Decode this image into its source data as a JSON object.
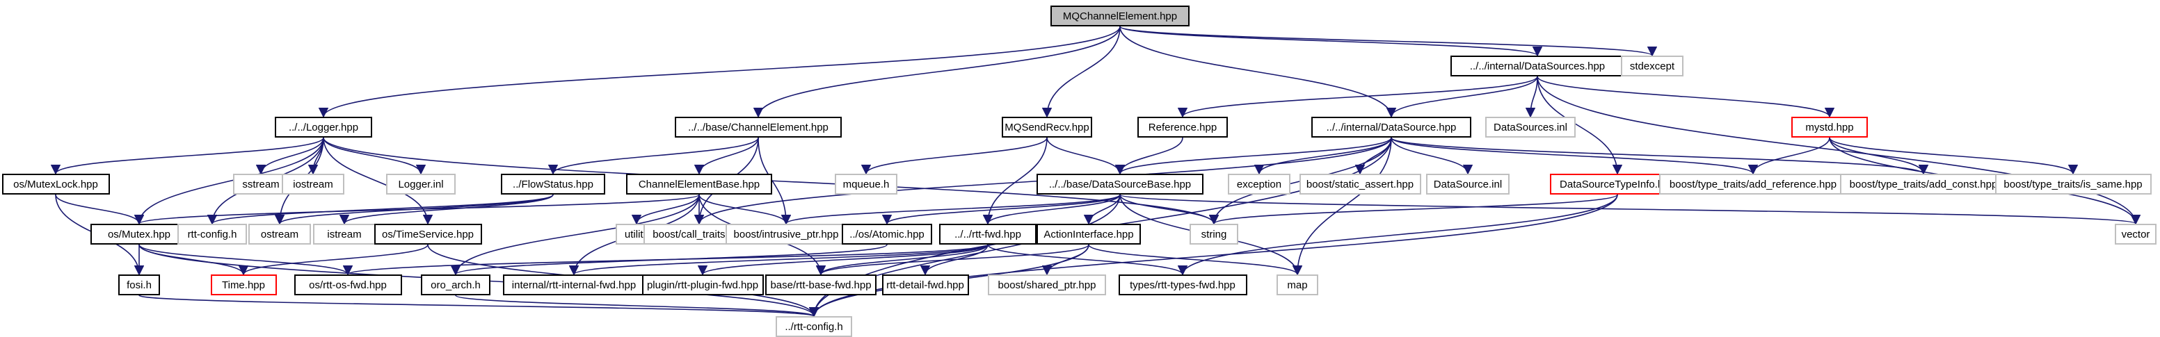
{
  "graph": {
    "title": "MQChannelElement.hpp include dependency graph",
    "edge_color": "#191970",
    "legend_colors": {
      "project": "#000000",
      "external": "#bfbfbf",
      "undocumented": "#ff0000",
      "root_fill": "#bfbfbf"
    },
    "nodes": [
      {
        "id": "root",
        "label": "MQChannelElement.hpp",
        "kind": "root"
      },
      {
        "id": "datasources",
        "label": "../../internal/DataSources.hpp",
        "kind": "project"
      },
      {
        "id": "stdexcept",
        "label": "stdexcept",
        "kind": "external"
      },
      {
        "id": "logger",
        "label": "../../Logger.hpp",
        "kind": "project"
      },
      {
        "id": "channelelement",
        "label": "../../base/ChannelElement.hpp",
        "kind": "project"
      },
      {
        "id": "mqsendrecv",
        "label": "MQSendRecv.hpp",
        "kind": "project"
      },
      {
        "id": "reference",
        "label": "Reference.hpp",
        "kind": "project"
      },
      {
        "id": "datasource",
        "label": "../../internal/DataSource.hpp",
        "kind": "project"
      },
      {
        "id": "datasourcesinl",
        "label": "DataSources.inl",
        "kind": "external"
      },
      {
        "id": "mystd",
        "label": "mystd.hpp",
        "kind": "missing"
      },
      {
        "id": "mutexlock",
        "label": "os/MutexLock.hpp",
        "kind": "project"
      },
      {
        "id": "sstream",
        "label": "sstream",
        "kind": "external"
      },
      {
        "id": "iostream",
        "label": "iostream",
        "kind": "external"
      },
      {
        "id": "loggerinl",
        "label": "Logger.inl",
        "kind": "external"
      },
      {
        "id": "flowstatus",
        "label": "../FlowStatus.hpp",
        "kind": "project"
      },
      {
        "id": "channelelementbase",
        "label": "ChannelElementBase.hpp",
        "kind": "project"
      },
      {
        "id": "mqueue",
        "label": "mqueue.h",
        "kind": "external"
      },
      {
        "id": "datasourcebase",
        "label": "../../base/DataSourceBase.hpp",
        "kind": "project"
      },
      {
        "id": "exception",
        "label": "exception",
        "kind": "external"
      },
      {
        "id": "staticassert",
        "label": "boost/static_assert.hpp",
        "kind": "external"
      },
      {
        "id": "datasourceinl",
        "label": "DataSource.inl",
        "kind": "external"
      },
      {
        "id": "datasourcetypeinfo",
        "label": "DataSourceTypeInfo.hpp",
        "kind": "missing"
      },
      {
        "id": "addreference",
        "label": "boost/type_traits/add_reference.hpp",
        "kind": "external"
      },
      {
        "id": "addconst",
        "label": "boost/type_traits/add_const.hpp",
        "kind": "external"
      },
      {
        "id": "issame",
        "label": "boost/type_traits/is_same.hpp",
        "kind": "external"
      },
      {
        "id": "mutex",
        "label": "os/Mutex.hpp",
        "kind": "project"
      },
      {
        "id": "rttconfigh",
        "label": "rtt-config.h",
        "kind": "external"
      },
      {
        "id": "ostream",
        "label": "ostream",
        "kind": "external"
      },
      {
        "id": "istream",
        "label": "istream",
        "kind": "external"
      },
      {
        "id": "timeservice",
        "label": "os/TimeService.hpp",
        "kind": "project"
      },
      {
        "id": "utility",
        "label": "utility",
        "kind": "external"
      },
      {
        "id": "calltraits",
        "label": "boost/call_traits.hpp",
        "kind": "external"
      },
      {
        "id": "intrusiveptr",
        "label": "boost/intrusive_ptr.hpp",
        "kind": "external"
      },
      {
        "id": "atomic",
        "label": "../os/Atomic.hpp",
        "kind": "project"
      },
      {
        "id": "rttfwd",
        "label": "../../rtt-fwd.hpp",
        "kind": "project"
      },
      {
        "id": "actioninterface",
        "label": "ActionInterface.hpp",
        "kind": "project"
      },
      {
        "id": "string",
        "label": "string",
        "kind": "external"
      },
      {
        "id": "vector",
        "label": "vector",
        "kind": "external"
      },
      {
        "id": "fosi",
        "label": "fosi.h",
        "kind": "project"
      },
      {
        "id": "time",
        "label": "Time.hpp",
        "kind": "missing"
      },
      {
        "id": "rttosfwd",
        "label": "os/rtt-os-fwd.hpp",
        "kind": "project"
      },
      {
        "id": "oroarch",
        "label": "oro_arch.h",
        "kind": "project"
      },
      {
        "id": "rttinternalfwd",
        "label": "internal/rtt-internal-fwd.hpp",
        "kind": "project"
      },
      {
        "id": "rttpluginfwd",
        "label": "plugin/rtt-plugin-fwd.hpp",
        "kind": "project"
      },
      {
        "id": "rttbasefwd",
        "label": "base/rtt-base-fwd.hpp",
        "kind": "project"
      },
      {
        "id": "rttdetailfwd",
        "label": "rtt-detail-fwd.hpp",
        "kind": "project"
      },
      {
        "id": "sharedptr",
        "label": "boost/shared_ptr.hpp",
        "kind": "external"
      },
      {
        "id": "rtttypesfwd",
        "label": "types/rtt-types-fwd.hpp",
        "kind": "project"
      },
      {
        "id": "map",
        "label": "map",
        "kind": "external"
      },
      {
        "id": "rttconfig",
        "label": "../rtt-config.h",
        "kind": "external"
      }
    ],
    "edges": [
      [
        "root",
        "datasources"
      ],
      [
        "root",
        "stdexcept"
      ],
      [
        "root",
        "logger"
      ],
      [
        "root",
        "channelelement"
      ],
      [
        "root",
        "mqsendrecv"
      ],
      [
        "root",
        "datasource"
      ],
      [
        "datasources",
        "reference"
      ],
      [
        "datasources",
        "datasource"
      ],
      [
        "datasources",
        "datasourcesinl"
      ],
      [
        "datasources",
        "datasourcetypeinfo"
      ],
      [
        "datasources",
        "mystd"
      ],
      [
        "datasources",
        "vector"
      ],
      [
        "logger",
        "mutexlock"
      ],
      [
        "logger",
        "sstream"
      ],
      [
        "logger",
        "iostream"
      ],
      [
        "logger",
        "loggerinl"
      ],
      [
        "logger",
        "mutex"
      ],
      [
        "logger",
        "rttconfigh"
      ],
      [
        "logger",
        "ostream"
      ],
      [
        "logger",
        "timeservice"
      ],
      [
        "logger",
        "string"
      ],
      [
        "channelelement",
        "flowstatus"
      ],
      [
        "channelelement",
        "channelelementbase"
      ],
      [
        "channelelement",
        "calltraits"
      ],
      [
        "channelelement",
        "intrusiveptr"
      ],
      [
        "mqsendrecv",
        "mqueue"
      ],
      [
        "mqsendrecv",
        "datasourcebase"
      ],
      [
        "mqsendrecv",
        "rttfwd"
      ],
      [
        "reference",
        "datasourcebase"
      ],
      [
        "datasource",
        "datasourcebase"
      ],
      [
        "datasource",
        "exception"
      ],
      [
        "datasource",
        "staticassert"
      ],
      [
        "datasource",
        "datasourceinl"
      ],
      [
        "datasource",
        "string"
      ],
      [
        "datasource",
        "map"
      ],
      [
        "datasource",
        "calltraits"
      ],
      [
        "datasource",
        "addreference"
      ],
      [
        "datasource",
        "addconst"
      ],
      [
        "datasource",
        "rttconfig"
      ],
      [
        "mystd",
        "addreference"
      ],
      [
        "mystd",
        "addconst"
      ],
      [
        "mystd",
        "issame"
      ],
      [
        "mystd",
        "vector"
      ],
      [
        "mutexlock",
        "mutex"
      ],
      [
        "mutexlock",
        "fosi"
      ],
      [
        "flowstatus",
        "ostream"
      ],
      [
        "flowstatus",
        "istream"
      ],
      [
        "flowstatus",
        "rttconfigh"
      ],
      [
        "channelelementbase",
        "utility"
      ],
      [
        "channelelementbase",
        "calltraits"
      ],
      [
        "channelelementbase",
        "intrusiveptr"
      ],
      [
        "channelelementbase",
        "mutex"
      ],
      [
        "channelelementbase",
        "oroarch"
      ],
      [
        "channelelementbase",
        "rttinternalfwd"
      ],
      [
        "channelelementbase",
        "rttbasefwd"
      ],
      [
        "datasourcebase",
        "atomic"
      ],
      [
        "datasourcebase",
        "rttfwd"
      ],
      [
        "datasourcebase",
        "actioninterface"
      ],
      [
        "datasourcebase",
        "string"
      ],
      [
        "datasourcebase",
        "intrusiveptr"
      ],
      [
        "datasourcebase",
        "map"
      ],
      [
        "datasourcebase",
        "vector"
      ],
      [
        "datasourcebase",
        "rttconfig"
      ],
      [
        "datasourcetypeinfo",
        "string"
      ],
      [
        "datasourcetypeinfo",
        "rtttypesfwd"
      ],
      [
        "datasourcetypeinfo",
        "rttconfig"
      ],
      [
        "mutex",
        "fosi"
      ],
      [
        "mutex",
        "time"
      ],
      [
        "mutex",
        "rttosfwd"
      ],
      [
        "mutex",
        "rttconfig"
      ],
      [
        "timeservice",
        "time"
      ],
      [
        "timeservice",
        "rttconfig"
      ],
      [
        "atomic",
        "oroarch"
      ],
      [
        "rttfwd",
        "rttosfwd"
      ],
      [
        "rttfwd",
        "rttinternalfwd"
      ],
      [
        "rttfwd",
        "rttpluginfwd"
      ],
      [
        "rttfwd",
        "rttbasefwd"
      ],
      [
        "rttfwd",
        "rttdetailfwd"
      ],
      [
        "rttfwd",
        "rtttypesfwd"
      ],
      [
        "actioninterface",
        "sharedptr"
      ],
      [
        "actioninterface",
        "rttbasefwd"
      ],
      [
        "actioninterface",
        "map"
      ],
      [
        "actioninterface",
        "rttconfig"
      ],
      [
        "fosi",
        "rttconfig"
      ],
      [
        "oroarch",
        "rttconfig"
      ]
    ]
  }
}
